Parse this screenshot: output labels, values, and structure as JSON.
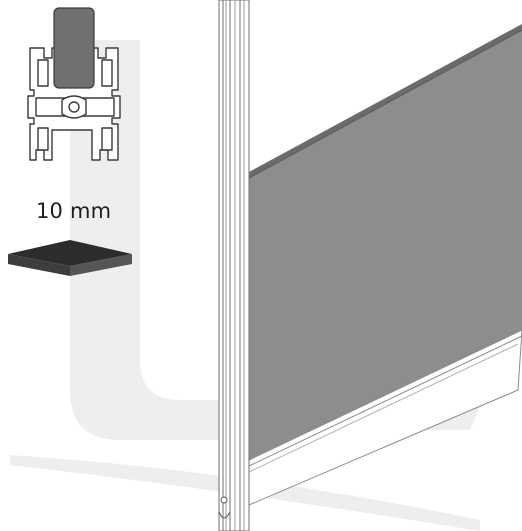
{
  "thickness_label": "10 mm",
  "colors": {
    "watermark": "#eeeeee",
    "panel": "#8d8d8f",
    "panel_top_edge": "#6b6b6d",
    "profile_fill": "#ffffff",
    "profile_stroke": "#3a3a3a",
    "insert": "#707070",
    "sample_top": "#2c2c2c",
    "sample_side": "#555555",
    "rail_line": "#8a8a8a",
    "skirt": "#ffffff"
  },
  "icons": {
    "profile": "aluminium-frame-profile-cross-section",
    "sample": "10mm-panel-sample-tile",
    "watermark": "brand-watermark-letter"
  }
}
